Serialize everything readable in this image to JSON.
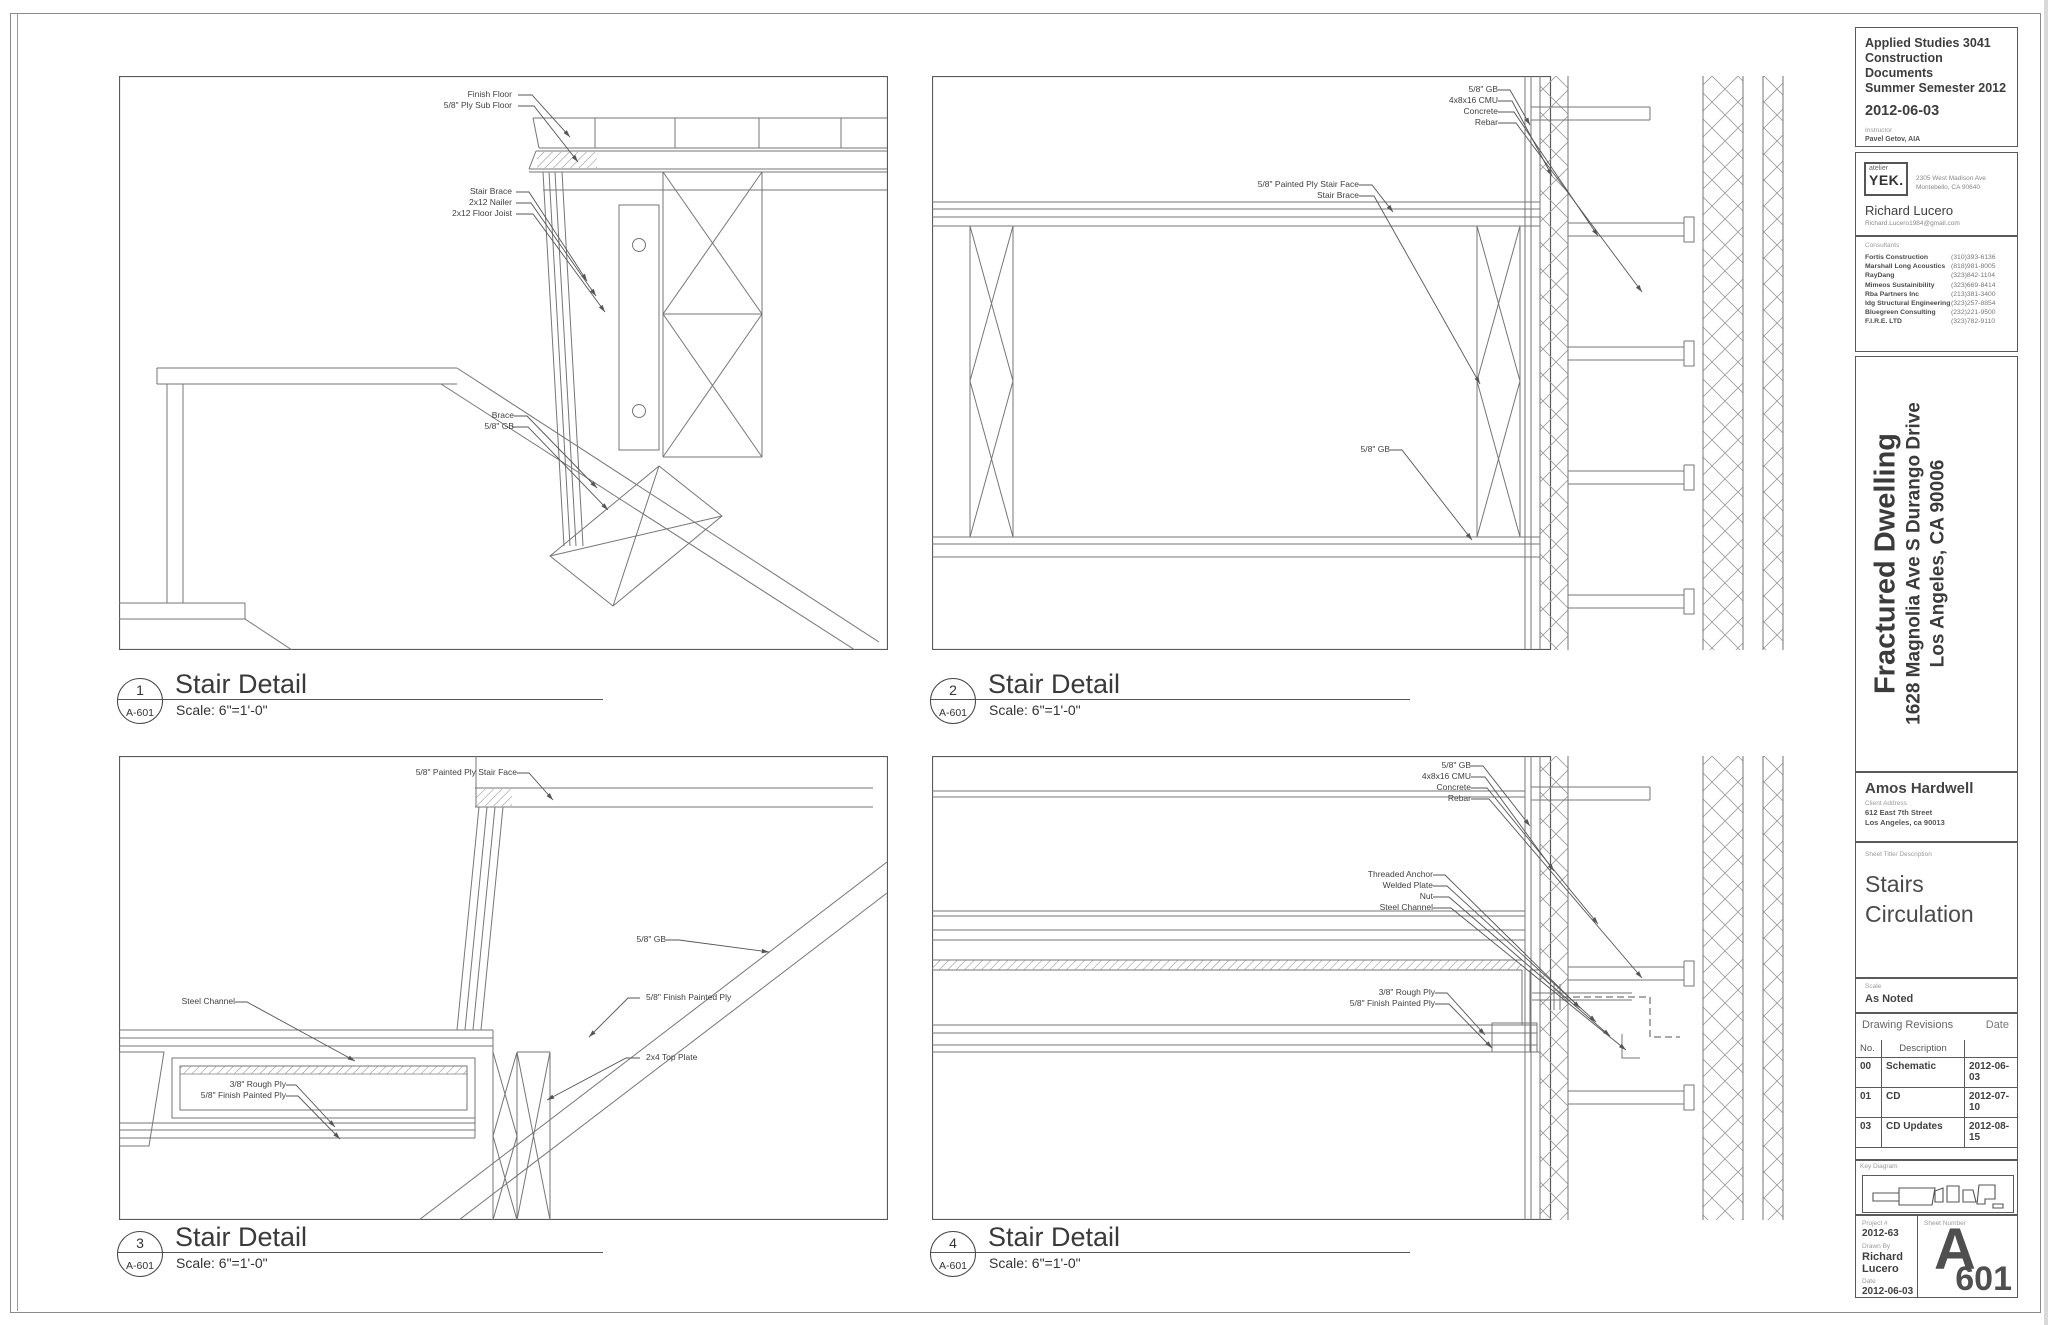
{
  "sheet": {
    "details": [
      {
        "num": "1",
        "ref": "A-601",
        "title": "Stair Detail",
        "scale": "Scale: 6\"=1'-0\"",
        "ann": {
          "finish_floor": "Finish Floor",
          "ply_subfloor": "5/8\" Ply Sub Floor",
          "stair_brace": "Stair Brace",
          "nailer": "2x12 Nailer",
          "floor_joist": "2x12 Floor Joist",
          "brace": "Brace",
          "gb": "5/8\" GB"
        }
      },
      {
        "num": "2",
        "ref": "A-601",
        "title": "Stair Detail",
        "scale": "Scale: 6\"=1'-0\"",
        "ann": {
          "gb": "5/8\" GB",
          "cmu": "4x8x16 CMU",
          "concrete": "Concrete",
          "rebar": "Rebar",
          "stair_face": "5/8\" Painted Ply Stair Face",
          "stair_brace": "Stair Brace",
          "gb_mid": "5/8\" GB"
        }
      },
      {
        "num": "3",
        "ref": "A-601",
        "title": "Stair Detail",
        "scale": "Scale: 6\"=1'-0\"",
        "ann": {
          "stair_face": "5/8\" Painted Ply Stair Face",
          "gb": "5/8\" GB",
          "finish_ply": "5/8\" Finish Painted Ply",
          "top_plate": "2x4 Top Plate",
          "steel_channel": "Steel Channel",
          "rough_ply": "3/8\" Rough Ply",
          "finish_ply2": "5/8\" Finish Painted Ply"
        }
      },
      {
        "num": "4",
        "ref": "A-601",
        "title": "Stair Detail",
        "scale": "Scale: 6\"=1'-0\"",
        "ann": {
          "gb": "5/8\" GB",
          "cmu": "4x8x16 CMU",
          "concrete": "Concrete",
          "rebar": "Rebar",
          "anchor": "Threaded Anchor",
          "welded_plate": "Welded Plate",
          "nut": "Nut",
          "steel_channel": "Steel Channel",
          "rough_ply": "3/8\" Rough Ply",
          "finish_ply": "5/8\" Finish Painted Ply"
        }
      }
    ]
  },
  "titleblock": {
    "course": {
      "line1": "Applied Studies 3041",
      "line2": "Construction Documents",
      "line3": "Summer Semester 2012",
      "date": "2012-06-03",
      "instructor_label": "Instructor",
      "instructor": "Pavel Getov, AIA"
    },
    "firm": {
      "logo_small": "atelier",
      "logo_big": "YEK.",
      "address1": "2305 West Madison Ave",
      "address2": "Montebello, CA 90640",
      "name": "Richard Lucero",
      "email": "Richard.Lucero1984@gmail.com"
    },
    "consultants": {
      "label": "Consultants",
      "rows": [
        {
          "name": "Fortis Construction",
          "phone": "(310)393-6136"
        },
        {
          "name": "Marshall Long Acoustics",
          "phone": "(818)981-8005"
        },
        {
          "name": "RayDang",
          "phone": "(323)842-1104"
        },
        {
          "name": "Mimeos Sustainibility",
          "phone": "(323)669-8414"
        },
        {
          "name": "Rba Partners Inc",
          "phone": "(213)381-3400"
        },
        {
          "name": "Idg Structural Engineering",
          "phone": "(323)257-8854"
        },
        {
          "name": "Bluegreen Consulting",
          "phone": "(232)221-9500"
        },
        {
          "name": "F.I.R.E. LTD",
          "phone": "(323)782-9110"
        }
      ]
    },
    "project": {
      "title": "Fractured Dwelling",
      "address1": "1628 Magnolia Ave S Durango Drive",
      "address2": "Los Angeles, CA 90006"
    },
    "client": {
      "name": "Amos Hardwell",
      "label": "Client Address",
      "address1": "612 East 7th Street",
      "address2": "Los Angeles, ca 90013"
    },
    "sheet_title": {
      "label": "Sheet Title/ Description",
      "line1": "Stairs",
      "line2": "Circulation"
    },
    "scale": {
      "label": "Scale",
      "value": "As Noted"
    },
    "revisions": {
      "label": "Drawing Revisions",
      "date_label": "Date",
      "no_label": "No.",
      "desc_label": "Description",
      "rows": [
        {
          "no": "00",
          "desc": "Schematic",
          "date": "2012-06-03"
        },
        {
          "no": "01",
          "desc": "CD",
          "date": "2012-07-10"
        },
        {
          "no": "03",
          "desc": "CD Updates",
          "date": "2012-08-15"
        }
      ]
    },
    "key": {
      "label": "Key Diagram"
    },
    "info": {
      "project_label": "Project #",
      "project": "2012-63",
      "drawn_label": "Drawn By",
      "drawn1": "Richard",
      "drawn2": "Lucero",
      "date_label": "Date",
      "date": "2012-06-03",
      "sheet_label": "Sheet Number",
      "letter": "A",
      "number": "601"
    }
  }
}
